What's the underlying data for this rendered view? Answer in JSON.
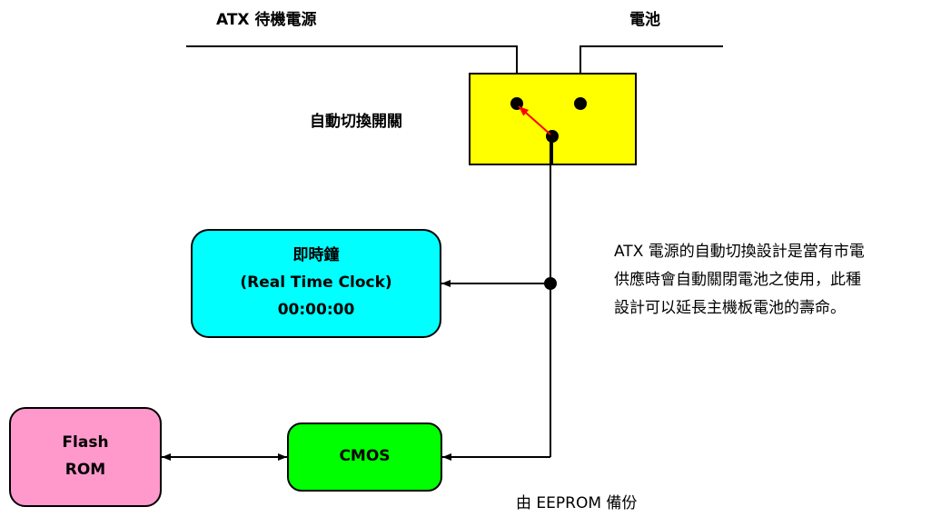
{
  "labels": {
    "atx_standby_power": "ATX 待機電源",
    "battery": "電池",
    "auto_switch": "自動切換開關"
  },
  "rtc": {
    "title": "即時鐘",
    "subtitle": "(Real Time Clock)",
    "time": "00:00:00"
  },
  "flash_rom": {
    "line1": "Flash",
    "line2": "ROM"
  },
  "cmos": {
    "label": "CMOS"
  },
  "note": {
    "line1": "ATX 電源的自動切換設計是當有市電",
    "line2": "供應時會自動關閉電池之使用，此種",
    "line3": "設計可以延長主機板電池的壽命。"
  },
  "eeprom_backup": "由 EEPROM 備份",
  "colors": {
    "switch_box": "#ffff00",
    "rtc_box": "#00ffff",
    "flash_rom_box": "#ff99cc",
    "cmos_box": "#00ff00",
    "switch_arrow": "#ff0000"
  }
}
